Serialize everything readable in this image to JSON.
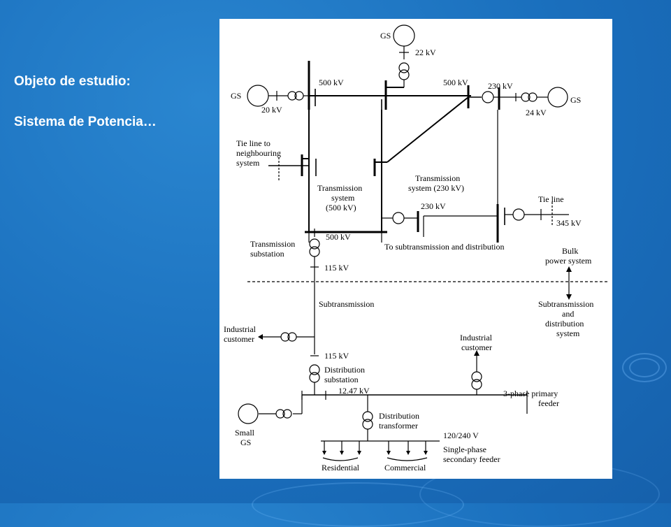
{
  "slide": {
    "heading": "Objeto de estudio:",
    "subheading": "Sistema de Potencia…"
  },
  "diagram": {
    "labels": {
      "gs_top": "GS",
      "kv_22": "22 kV",
      "gs_left": "GS",
      "kv_20": "20 kV",
      "kv_500_left": "500 kV",
      "kv_500_right": "500 kV",
      "kv_230_top": "230 kV",
      "gs_right": "GS",
      "kv_24": "24 kV",
      "tie_line_to": "Tie line to",
      "neighbouring": "neighbouring",
      "system": "system",
      "trans_sys_500_1": "Transmission",
      "trans_sys_500_2": "system",
      "trans_sys_500_3": "(500 kV)",
      "trans_sys_230_1": "Transmission",
      "trans_sys_230_2": "system (230 kV)",
      "tie_line": "Tie line",
      "kv_345": "345 kV",
      "kv_230_mid": "230 kV",
      "kv_500_bottom": "500 kV",
      "trans_substation_1": "Transmission",
      "trans_substation_2": "substation",
      "to_subtrans": "To subtransmission and distribution",
      "bulk_1": "Bulk",
      "bulk_2": "power system",
      "kv_115_a": "115 kV",
      "subtransmission": "Subtransmission",
      "sub_dist_1": "Subtransmission",
      "sub_dist_2": "and",
      "sub_dist_3": "distribution",
      "sub_dist_4": "system",
      "industrial_left_1": "Industrial",
      "industrial_left_2": "customer",
      "industrial_right_1": "Industrial",
      "industrial_right_2": "customer",
      "kv_115_b": "115 kV",
      "dist_substation_1": "Distribution",
      "dist_substation_2": "substation",
      "kv_1247": "12.47 kV",
      "primary_feeder_1": "3-phase primary",
      "primary_feeder_2": "feeder",
      "small_gs_1": "Small",
      "small_gs_2": "GS",
      "dist_transformer_1": "Distribution",
      "dist_transformer_2": "transformer",
      "v_120_240": "120/240 V",
      "secondary_feeder_1": "Single-phase",
      "secondary_feeder_2": "secondary feeder",
      "residential": "Residential",
      "commercial": "Commercial"
    }
  },
  "colors": {
    "background": "#1a6fbd",
    "text": "#ffffff",
    "diagram_ink": "#000000",
    "panel": "#ffffff"
  }
}
